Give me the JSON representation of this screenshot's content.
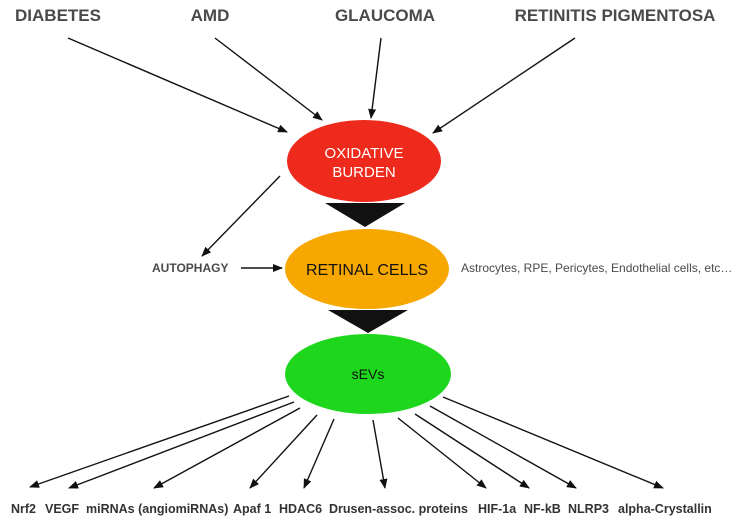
{
  "diseases": [
    "DIABETES",
    "AMD",
    "GLAUCOMA",
    "RETINITIS PIGMENTOSA"
  ],
  "nodes": {
    "oxidative": {
      "line1": "OXIDATIVE",
      "line2": "BURDEN",
      "color": "#ee2a1c",
      "text_color": "#ffffff"
    },
    "retinal": {
      "label": "RETINAL CELLS",
      "color": "#f7a800",
      "text_color": "#111111"
    },
    "sevs": {
      "label": "sEVs",
      "color": "#1ed61c",
      "text_color": "#111111"
    }
  },
  "autophagy": "AUTOPHAGY",
  "cell_types": "Astrocytes, RPE, Pericytes, Endothelial cells, etc…",
  "cargo": [
    "Nrf2",
    "VEGF",
    "miRNAs (angiomiRNAs)",
    "Apaf 1",
    "HDAC6",
    "Drusen-assoc. proteins",
    "HIF-1a",
    "NF-kB",
    "NLRP3",
    "alpha-Crystallin"
  ],
  "colors": {
    "arrow": "#111111",
    "disease_text": "#4a4a4a",
    "connector": "#111111"
  }
}
